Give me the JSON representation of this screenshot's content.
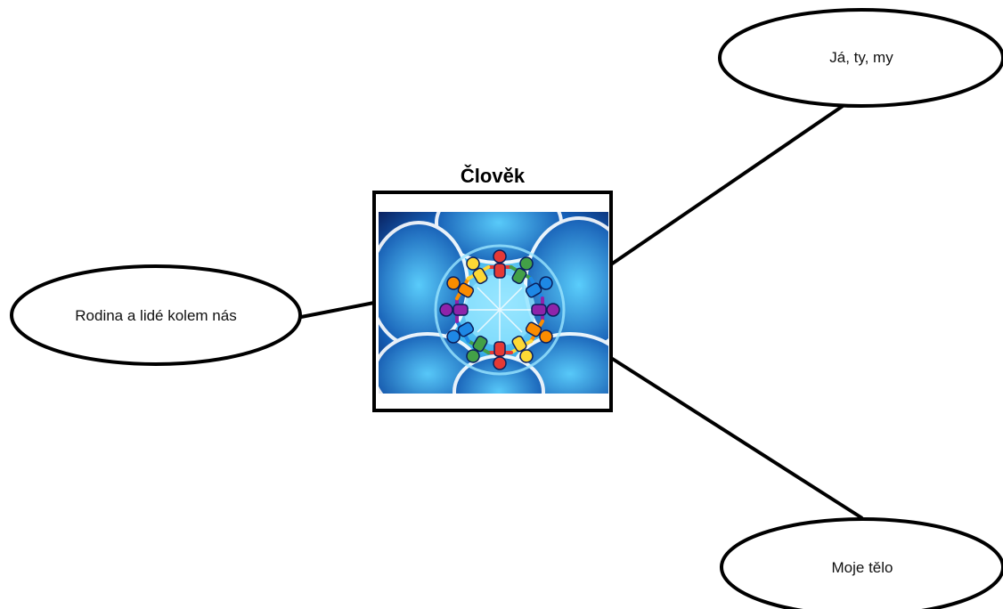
{
  "center": {
    "title": "Člověk",
    "image_icon": "people-circle-icon"
  },
  "nodes": {
    "top_right": {
      "label": "Já, ty, my"
    },
    "left": {
      "label": "Rodina a lidé kolem nás"
    },
    "bottom_right": {
      "label": "Moje tělo"
    }
  },
  "colors": {
    "line": "#000000",
    "image_dark": "#0a2a6e",
    "image_light": "#4fc9f2",
    "people": [
      "#e53935",
      "#43a047",
      "#1e88e5",
      "#8e24aa",
      "#fb8c00",
      "#fdd835"
    ]
  }
}
